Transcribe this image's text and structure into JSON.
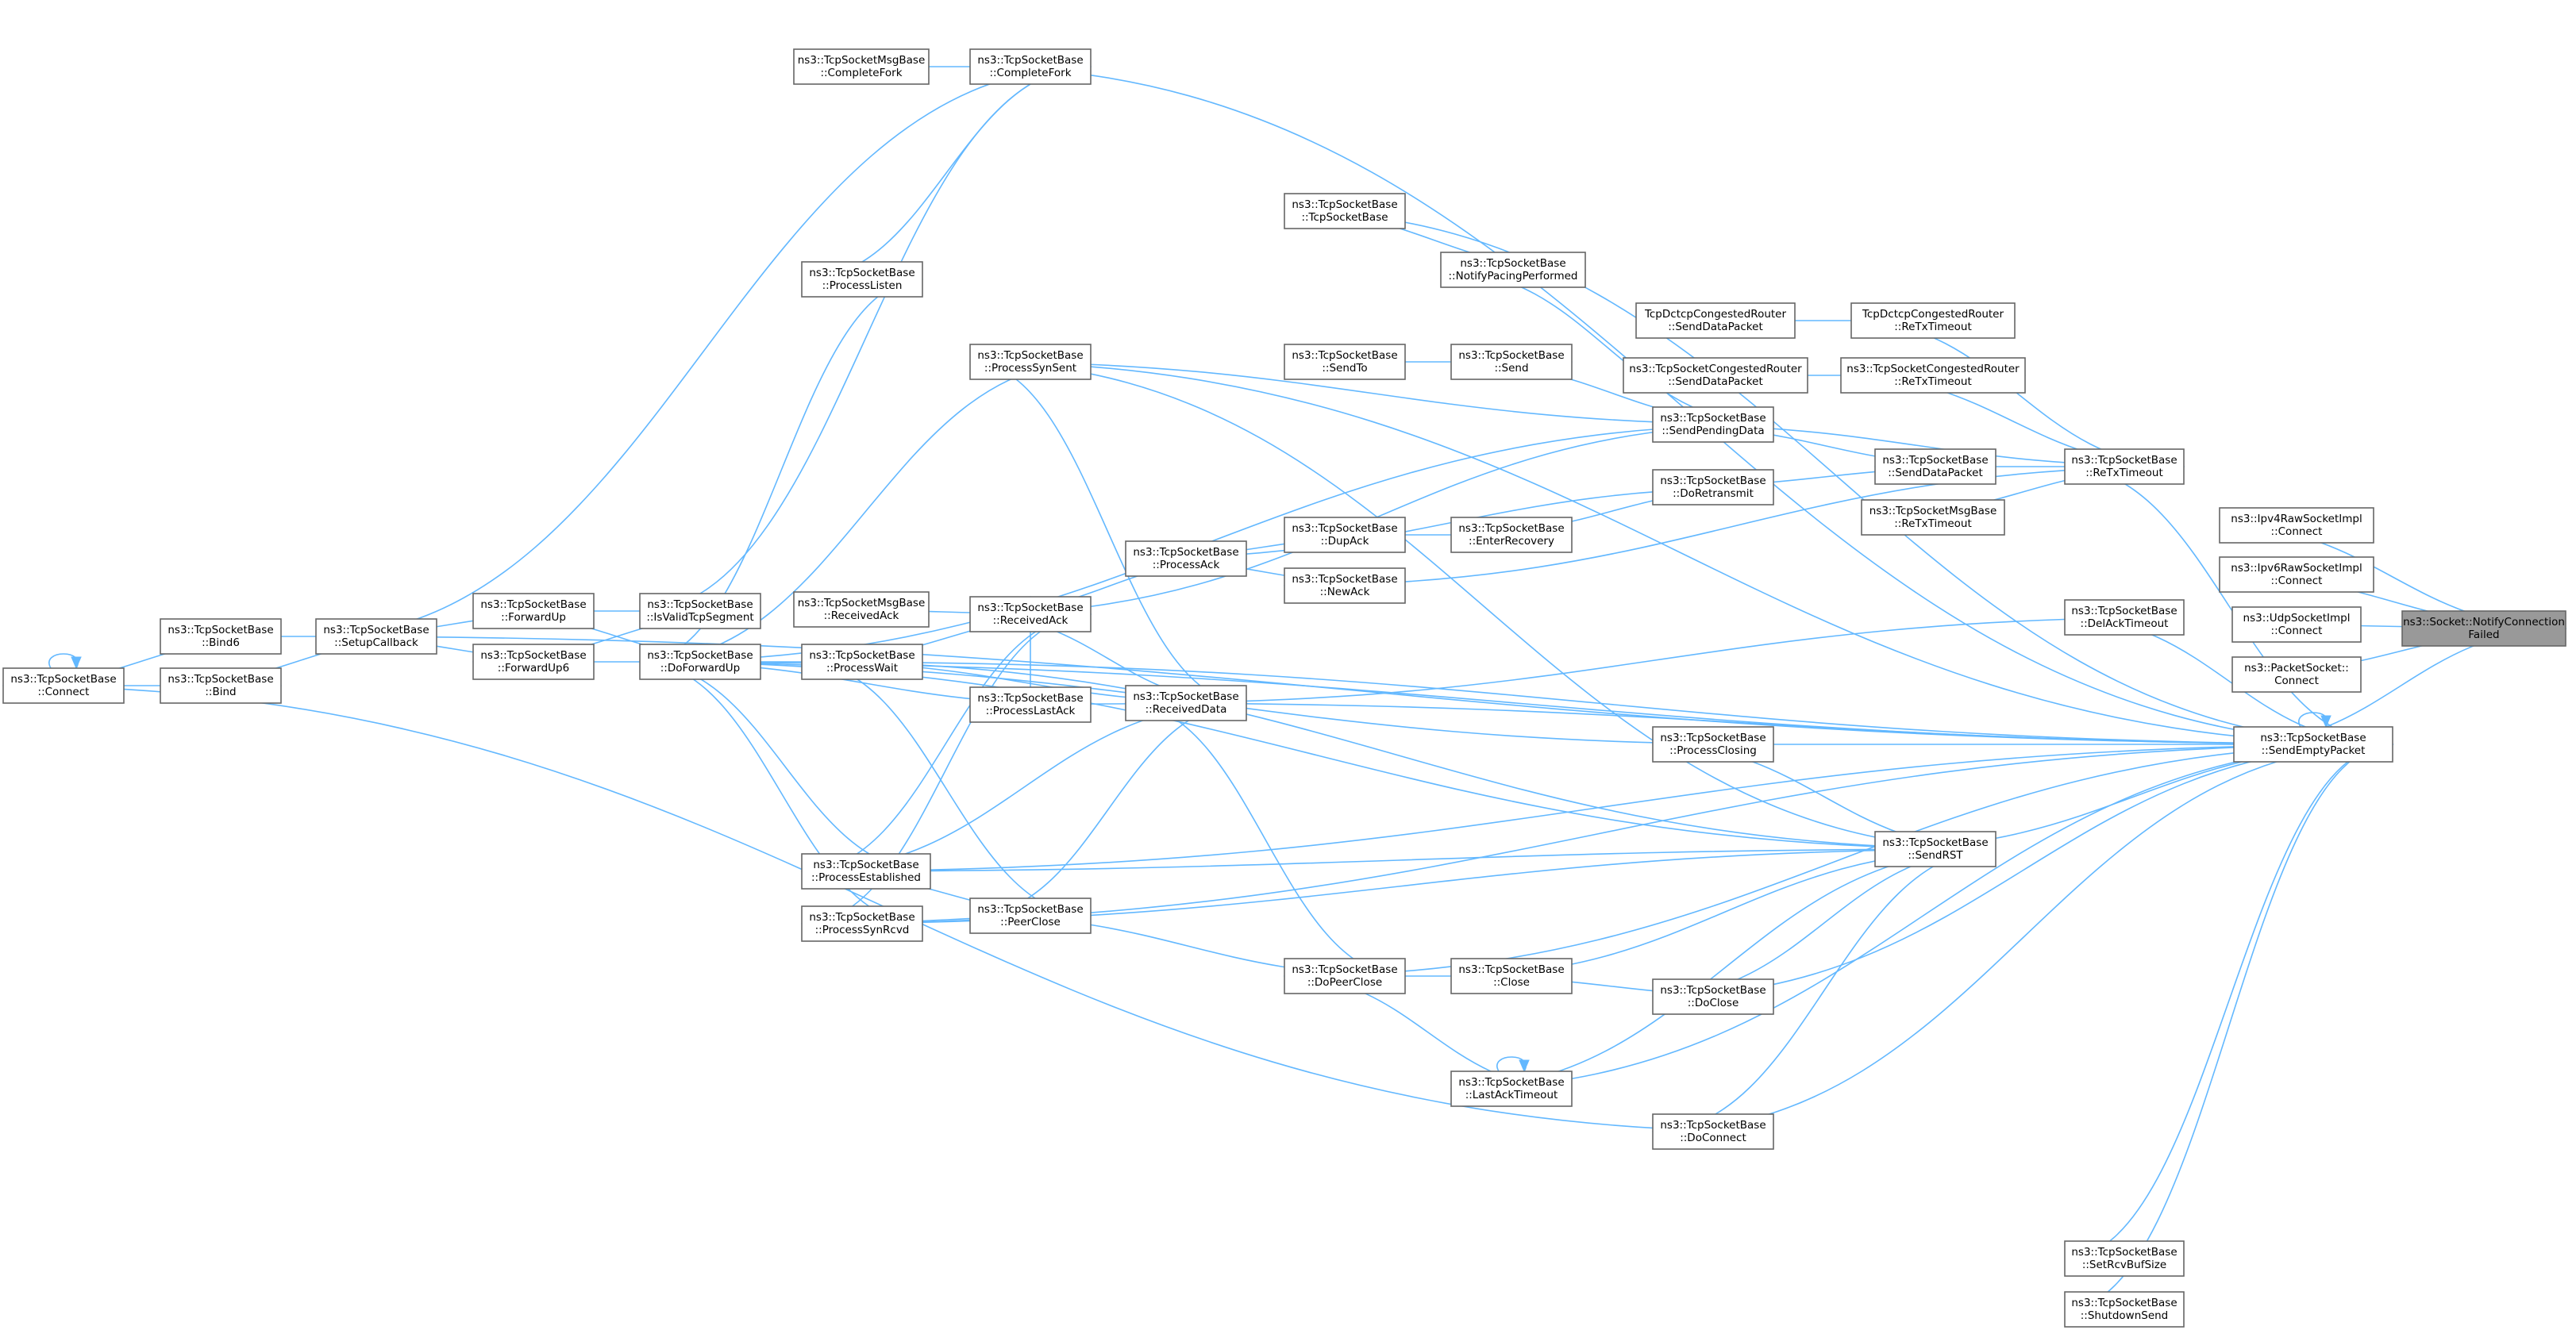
{
  "nodes": [
    {
      "id": "root",
      "label": [
        "ns3::Socket::NotifyConnection",
        "Failed"
      ],
      "root": true
    },
    {
      "id": "ipv4raw",
      "label": [
        "ns3::Ipv4RawSocketImpl",
        "::Connect"
      ]
    },
    {
      "id": "ipv6raw",
      "label": [
        "ns3::Ipv6RawSocketImpl",
        "::Connect"
      ]
    },
    {
      "id": "udp",
      "label": [
        "ns3::UdpSocketImpl",
        "::Connect"
      ]
    },
    {
      "id": "packet",
      "label": [
        "ns3::PacketSocket::",
        "Connect"
      ]
    },
    {
      "id": "sendempty",
      "label": [
        "ns3::TcpSocketBase",
        "::SendEmptyPacket"
      ]
    },
    {
      "id": "retx",
      "label": [
        "ns3::TcpSocketBase",
        "::ReTxTimeout"
      ]
    },
    {
      "id": "delack",
      "label": [
        "ns3::TcpSocketBase",
        "::DelAckTimeout"
      ]
    },
    {
      "id": "setrcv",
      "label": [
        "ns3::TcpSocketBase",
        "::SetRcvBufSize"
      ]
    },
    {
      "id": "shutdown",
      "label": [
        "ns3::TcpSocketBase",
        "::ShutdownSend"
      ]
    },
    {
      "id": "dctcpretx",
      "label": [
        "TcpDctcpCongestedRouter",
        "::ReTxTimeout"
      ]
    },
    {
      "id": "congretx",
      "label": [
        "ns3::TcpSocketCongestedRouter",
        "::ReTxTimeout"
      ]
    },
    {
      "id": "msgretx",
      "label": [
        "ns3::TcpSocketMsgBase",
        "::ReTxTimeout"
      ]
    },
    {
      "id": "senddatapkt",
      "label": [
        "ns3::TcpSocketBase",
        "::SendDataPacket"
      ]
    },
    {
      "id": "sendrst",
      "label": [
        "ns3::TcpSocketBase",
        "::SendRST"
      ]
    },
    {
      "id": "dctcpsdp",
      "label": [
        "TcpDctcpCongestedRouter",
        "::SendDataPacket"
      ]
    },
    {
      "id": "congsdp",
      "label": [
        "ns3::TcpSocketCongestedRouter",
        "::SendDataPacket"
      ]
    },
    {
      "id": "sendpending",
      "label": [
        "ns3::TcpSocketBase",
        "::SendPendingData"
      ]
    },
    {
      "id": "doretransmit",
      "label": [
        "ns3::TcpSocketBase",
        "::DoRetransmit"
      ]
    },
    {
      "id": "processclosing",
      "label": [
        "ns3::TcpSocketBase",
        "::ProcessClosing"
      ]
    },
    {
      "id": "doclose",
      "label": [
        "ns3::TcpSocketBase",
        "::DoClose"
      ]
    },
    {
      "id": "doconnect",
      "label": [
        "ns3::TcpSocketBase",
        "::DoConnect"
      ]
    },
    {
      "id": "ctor",
      "label": [
        "ns3::TcpSocketBase",
        "::TcpSocketBase"
      ]
    },
    {
      "id": "notifypacing",
      "label": [
        "ns3::TcpSocketBase",
        "::NotifyPacingPerformed"
      ]
    },
    {
      "id": "send",
      "label": [
        "ns3::TcpSocketBase",
        "::Send"
      ]
    },
    {
      "id": "enterrecovery",
      "label": [
        "ns3::TcpSocketBase",
        "::EnterRecovery"
      ]
    },
    {
      "id": "close",
      "label": [
        "ns3::TcpSocketBase",
        "::Close"
      ]
    },
    {
      "id": "lastacktimeout",
      "label": [
        "ns3::TcpSocketBase",
        "::LastAckTimeout"
      ]
    },
    {
      "id": "sendto",
      "label": [
        "ns3::TcpSocketBase",
        "::SendTo"
      ]
    },
    {
      "id": "dupack",
      "label": [
        "ns3::TcpSocketBase",
        "::DupAck"
      ]
    },
    {
      "id": "newack",
      "label": [
        "ns3::TcpSocketBase",
        "::NewAck"
      ]
    },
    {
      "id": "dopeerclose",
      "label": [
        "ns3::TcpSocketBase",
        "::DoPeerClose"
      ]
    },
    {
      "id": "processack",
      "label": [
        "ns3::TcpSocketBase",
        "::ProcessAck"
      ]
    },
    {
      "id": "receiveddata",
      "label": [
        "ns3::TcpSocketBase",
        "::ReceivedData"
      ]
    },
    {
      "id": "completefork",
      "label": [
        "ns3::TcpSocketBase",
        "::CompleteFork"
      ]
    },
    {
      "id": "processlisten",
      "label": [
        "ns3::TcpSocketBase",
        "::ProcessListen"
      ]
    },
    {
      "id": "processsynsent",
      "label": [
        "ns3::TcpSocketBase",
        "::ProcessSynSent"
      ]
    },
    {
      "id": "receivedack",
      "label": [
        "ns3::TcpSocketBase",
        "::ReceivedAck"
      ]
    },
    {
      "id": "processwait",
      "label": [
        "ns3::TcpSocketBase",
        "::ProcessWait"
      ]
    },
    {
      "id": "processlastack",
      "label": [
        "ns3::TcpSocketBase",
        "::ProcessLastAck"
      ]
    },
    {
      "id": "peerclose",
      "label": [
        "ns3::TcpSocketBase",
        "::PeerClose"
      ]
    },
    {
      "id": "msgcompletefork",
      "label": [
        "ns3::TcpSocketMsgBase",
        "::CompleteFork"
      ]
    },
    {
      "id": "msgreceivedack",
      "label": [
        "ns3::TcpSocketMsgBase",
        "::ReceivedAck"
      ]
    },
    {
      "id": "processestablished",
      "label": [
        "ns3::TcpSocketBase",
        "::ProcessEstablished"
      ]
    },
    {
      "id": "processsynrcvd",
      "label": [
        "ns3::TcpSocketBase",
        "::ProcessSynRcvd"
      ]
    },
    {
      "id": "isvalid",
      "label": [
        "ns3::TcpSocketBase",
        "::IsValidTcpSegment"
      ]
    },
    {
      "id": "doforwardup",
      "label": [
        "ns3::TcpSocketBase",
        "::DoForwardUp"
      ]
    },
    {
      "id": "forwardup",
      "label": [
        "ns3::TcpSocketBase",
        "::ForwardUp"
      ]
    },
    {
      "id": "forwardup6",
      "label": [
        "ns3::TcpSocketBase",
        "::ForwardUp6"
      ]
    },
    {
      "id": "setupcallback",
      "label": [
        "ns3::TcpSocketBase",
        "::SetupCallback"
      ]
    },
    {
      "id": "bind6",
      "label": [
        "ns3::TcpSocketBase",
        "::Bind6"
      ]
    },
    {
      "id": "bind",
      "label": [
        "ns3::TcpSocketBase",
        "::Bind"
      ]
    },
    {
      "id": "connect",
      "label": [
        "ns3::TcpSocketBase",
        "::Connect"
      ]
    }
  ],
  "edges": [
    [
      "ipv4raw",
      "root"
    ],
    [
      "ipv6raw",
      "root"
    ],
    [
      "udp",
      "root"
    ],
    [
      "packet",
      "root"
    ],
    [
      "sendempty",
      "root"
    ],
    [
      "retx",
      "sendempty"
    ],
    [
      "delack",
      "sendempty"
    ],
    [
      "setrcv",
      "sendempty"
    ],
    [
      "shutdown",
      "sendempty"
    ],
    [
      "sendrst",
      "sendempty"
    ],
    [
      "processclosing",
      "sendempty"
    ],
    [
      "doclose",
      "sendempty"
    ],
    [
      "doconnect",
      "sendempty"
    ],
    [
      "ctor",
      "sendempty"
    ],
    [
      "lastacktimeout",
      "sendempty"
    ],
    [
      "dopeerclose",
      "sendempty"
    ],
    [
      "receiveddata",
      "sendempty"
    ],
    [
      "completefork",
      "sendempty"
    ],
    [
      "processsynsent",
      "sendempty"
    ],
    [
      "processwait",
      "sendempty"
    ],
    [
      "processestablished",
      "sendempty"
    ],
    [
      "processsynrcvd",
      "sendempty"
    ],
    [
      "doforwardup",
      "sendempty"
    ],
    [
      "setupcallback",
      "sendempty"
    ],
    [
      "sendempty",
      "sendempty"
    ],
    [
      "dctcpretx",
      "retx"
    ],
    [
      "congretx",
      "retx"
    ],
    [
      "msgretx",
      "retx"
    ],
    [
      "senddatapkt",
      "sendpending"
    ],
    [
      "retx",
      "sendpending"
    ],
    [
      "dctcpsdp",
      "dctcpretx"
    ],
    [
      "congsdp",
      "congretx"
    ],
    [
      "retx",
      "senddatapkt"
    ],
    [
      "doretransmit",
      "senddatapkt"
    ],
    [
      "retx",
      "newack"
    ],
    [
      "sendrst",
      "processclosing"
    ],
    [
      "sendrst",
      "doclose"
    ],
    [
      "sendrst",
      "close"
    ],
    [
      "sendrst",
      "doconnect"
    ],
    [
      "sendrst",
      "processwait"
    ],
    [
      "sendrst",
      "processsynsent"
    ],
    [
      "sendrst",
      "processestablished"
    ],
    [
      "sendrst",
      "processsynrcvd"
    ],
    [
      "sendrst",
      "doforwardup"
    ],
    [
      "sendrst",
      "lastacktimeout"
    ],
    [
      "doclose",
      "close"
    ],
    [
      "delack",
      "receiveddata"
    ],
    [
      "ctor",
      "notifypacing"
    ],
    [
      "notifypacing",
      "sendpending"
    ],
    [
      "send",
      "sendpending"
    ],
    [
      "processsynsent",
      "sendpending"
    ],
    [
      "receivedack",
      "sendpending"
    ],
    [
      "doforwardup",
      "sendpending"
    ],
    [
      "doretransmit",
      "processack"
    ],
    [
      "enterrecovery",
      "doretransmit"
    ],
    [
      "sendto",
      "send"
    ],
    [
      "dupack",
      "enterrecovery"
    ],
    [
      "processack",
      "dupack"
    ],
    [
      "processack",
      "newack"
    ],
    [
      "receivedack",
      "processack"
    ],
    [
      "close",
      "dopeerclose"
    ],
    [
      "lastacktimeout",
      "dopeerclose"
    ],
    [
      "lastacktimeout",
      "lastacktimeout"
    ],
    [
      "peerclose",
      "dopeerclose"
    ],
    [
      "dopeerclose",
      "receiveddata"
    ],
    [
      "processsynsent",
      "receiveddata"
    ],
    [
      "processwait",
      "receiveddata"
    ],
    [
      "receivedack",
      "receiveddata"
    ],
    [
      "processlastack",
      "receiveddata"
    ],
    [
      "processestablished",
      "receiveddata"
    ],
    [
      "peerclose",
      "receiveddata"
    ],
    [
      "msgcompletefork",
      "completefork"
    ],
    [
      "processlisten",
      "completefork"
    ],
    [
      "isvalid",
      "completefork"
    ],
    [
      "completefork",
      "setupcallback"
    ],
    [
      "doforwardup",
      "processlisten"
    ],
    [
      "doforwardup",
      "processsynsent"
    ],
    [
      "doforwardup",
      "processwait"
    ],
    [
      "doforwardup",
      "processlastack"
    ],
    [
      "doforwardup",
      "processestablished"
    ],
    [
      "doforwardup",
      "processsynrcvd"
    ],
    [
      "doforwardup",
      "processclosing"
    ],
    [
      "msgreceivedack",
      "receivedack"
    ],
    [
      "processwait",
      "receivedack"
    ],
    [
      "processlastack",
      "receivedack"
    ],
    [
      "processestablished",
      "receivedack"
    ],
    [
      "processsynrcvd",
      "receivedack"
    ],
    [
      "processwait",
      "peerclose"
    ],
    [
      "processestablished",
      "peerclose"
    ],
    [
      "processsynrcvd",
      "peerclose"
    ],
    [
      "isvalid",
      "forwardup"
    ],
    [
      "isvalid",
      "forwardup6"
    ],
    [
      "forwardup",
      "doforwardup"
    ],
    [
      "forwardup6",
      "doforwardup"
    ],
    [
      "setupcallback",
      "forwardup"
    ],
    [
      "setupcallback",
      "forwardup6"
    ],
    [
      "bind6",
      "setupcallback"
    ],
    [
      "bind",
      "setupcallback"
    ],
    [
      "connect",
      "bind6"
    ],
    [
      "connect",
      "bind"
    ],
    [
      "connect",
      "connect"
    ],
    [
      "doconnect",
      "connect"
    ]
  ]
}
